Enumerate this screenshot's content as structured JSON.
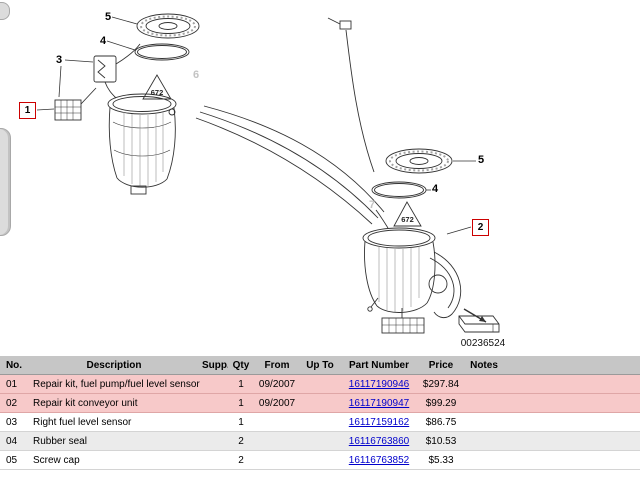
{
  "diagram": {
    "callout_1": "1",
    "callout_2": "2",
    "callout_3": "3",
    "callout_4_left": "4",
    "callout_5_left": "5",
    "callout_4_right": "4",
    "callout_5_right": "5",
    "ghost_6": "6",
    "ghost_7": "7",
    "warning_left": "672",
    "warning_right": "672",
    "number": "00236524"
  },
  "table": {
    "headers": [
      "No.",
      "Description",
      "Supp.",
      "Qty",
      "From",
      "Up To",
      "Part Number",
      "Price",
      "Notes"
    ],
    "rows": [
      {
        "no": "01",
        "description": "Repair kit, fuel pump/fuel level sensor",
        "supp": "",
        "qty": "1",
        "from": "09/2007",
        "up_to": "",
        "part_number": "16117190946",
        "price": "$297.84",
        "notes": "",
        "highlighted": true
      },
      {
        "no": "02",
        "description": "Repair kit conveyor unit",
        "supp": "",
        "qty": "1",
        "from": "09/2007",
        "up_to": "",
        "part_number": "16117190947",
        "price": "$99.29",
        "notes": "",
        "highlighted": true
      },
      {
        "no": "03",
        "description": "Right fuel level sensor",
        "supp": "",
        "qty": "1",
        "from": "",
        "up_to": "",
        "part_number": "16117159162",
        "price": "$86.75",
        "notes": "",
        "highlighted": false
      },
      {
        "no": "04",
        "description": "Rubber seal",
        "supp": "",
        "qty": "2",
        "from": "",
        "up_to": "",
        "part_number": "16116763860",
        "price": "$10.53",
        "notes": "",
        "highlighted": false
      },
      {
        "no": "05",
        "description": "Screw cap",
        "supp": "",
        "qty": "2",
        "from": "",
        "up_to": "",
        "part_number": "16116763852",
        "price": "$5.33",
        "notes": "",
        "highlighted": false
      }
    ]
  },
  "colors": {
    "highlight_row": "#f7c9c9",
    "table_header_bg": "#c6c6c6",
    "link_blue": "#0000cc",
    "callout_red": "#cc0000"
  }
}
